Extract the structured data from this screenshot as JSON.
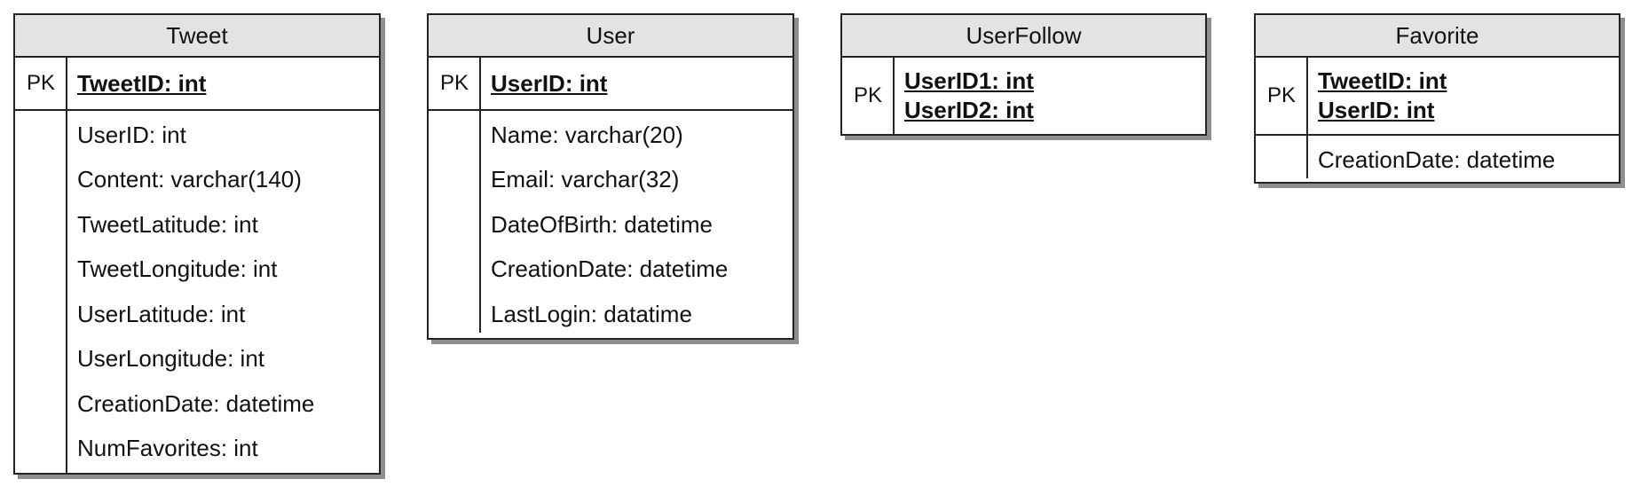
{
  "entities": {
    "tweet": {
      "name": "Tweet",
      "pk_label": "PK",
      "keys": [
        "TweetID: int"
      ],
      "fields": [
        "UserID: int",
        "Content: varchar(140)",
        "TweetLatitude: int",
        "TweetLongitude: int",
        "UserLatitude: int",
        "UserLongitude: int",
        "CreationDate: datetime",
        "NumFavorites: int"
      ]
    },
    "user": {
      "name": "User",
      "pk_label": "PK",
      "keys": [
        "UserID: int"
      ],
      "fields": [
        "Name: varchar(20)",
        "Email: varchar(32)",
        "DateOfBirth: datetime",
        "CreationDate: datetime",
        "LastLogin: datatime"
      ]
    },
    "userfollow": {
      "name": "UserFollow",
      "pk_label": "PK",
      "keys": [
        "UserID1: int",
        "UserID2: int"
      ],
      "fields": []
    },
    "favorite": {
      "name": "Favorite",
      "pk_label": "PK",
      "keys": [
        "TweetID: int",
        "UserID: int"
      ],
      "fields": [
        "CreationDate: datetime"
      ]
    }
  }
}
